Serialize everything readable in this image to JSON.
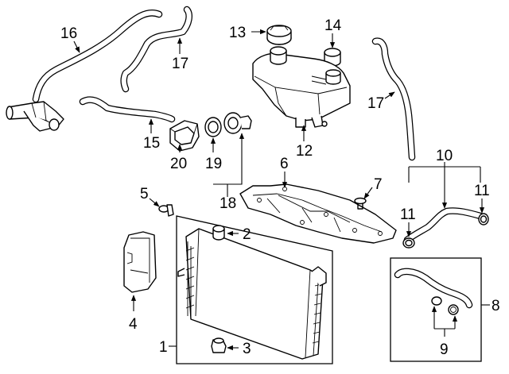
{
  "callouts": {
    "n1": "1",
    "n2": "2",
    "n3": "3",
    "n4": "4",
    "n5": "5",
    "n6": "6",
    "n7": "7",
    "n8": "8",
    "n9": "9",
    "n10": "10",
    "n11a": "11",
    "n11b": "11",
    "n12": "12",
    "n13": "13",
    "n14": "14",
    "n15": "15",
    "n16": "16",
    "n17a": "17",
    "n17b": "17",
    "n18": "18",
    "n19": "19",
    "n20": "20"
  }
}
